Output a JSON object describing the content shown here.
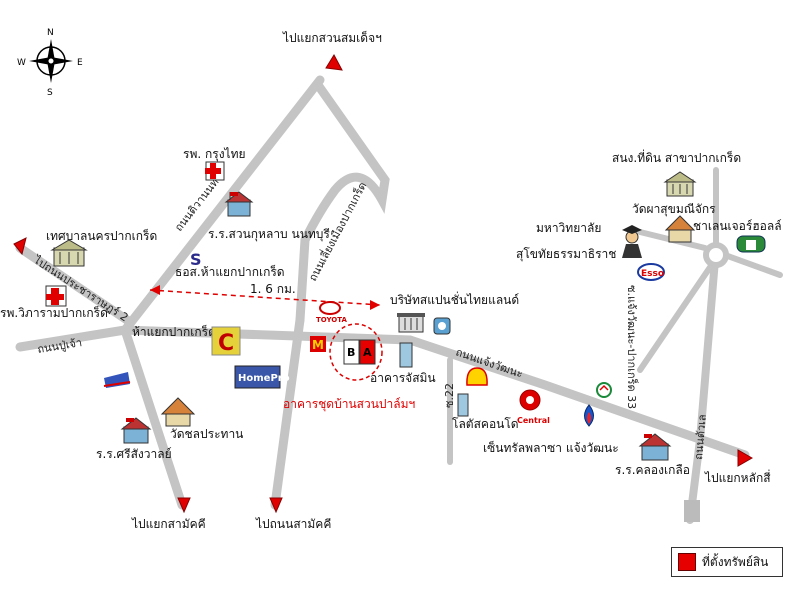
{
  "compass": {
    "n": "N",
    "s": "S",
    "e": "E",
    "w": "W"
  },
  "destinations": {
    "top": "ไปแยกสวนสมเด็จฯ",
    "bottom_left": "ไปแยกสามัคคี",
    "bottom_mid": "ไปถนนสามัคคี",
    "right": "ไปแยกหลักสี่"
  },
  "roads": {
    "prachachuen_diag": "ถนนติวานนท์",
    "muang_pakkret": "ถนนเลี่ยงเมืองปากเกร็ด",
    "pracha_rat": "ไปถนนประชาราษฎร์ 2",
    "pakkret_left": "ถนนปู่เจ้า",
    "chaengwattana": "ถนนแจ้งวัฒนะ",
    "soi22": "ซ.22",
    "soi33": "ซ.แจ้งวัฒนะ-ปากเกร็ด 33",
    "right_small": "ถนนตัวเล"
  },
  "distance": "1. 6 กม.",
  "places": {
    "krungthai_hosp": "รพ. กรุงไทย",
    "school_nonthaburi": "ร.ร.สวนกุหลาบ นนทบุรี",
    "municipality": "เทศบาลนครปากเกร็ด",
    "bank": "ธอส.ห้าแยกปากเกร็ด",
    "hospital_left": "รพ.วิภารามปากเกร็ด",
    "five_way": "ห้าแยกปากเกร็ด",
    "toyota": "TOYOTA",
    "company": "บริษัทสแปนชั่นไทยแลนด์",
    "condo": "อาคารชุดบ้านสวนปาล์มฯ",
    "building_jamin": "อาคารจัสมิน",
    "lotus_condo": "โลตัสคอนโด",
    "central": "เซ็นทรัลพลาซา แจ้งวัฒนะ",
    "central_logo": "Central",
    "wat_chonprathan": "วัดชลประทาน",
    "school_srisangwan": "ร.ร.ศรีสังวาลย์",
    "school_klong": "ร.ร.คลองเกลือ",
    "land_office": "สนง.ที่ดิน สาขาปากเกร็ด",
    "wat_pha": "วัดผาสุขมณีจักร",
    "university": "มหาวิทยาลัย",
    "university2": "สุโขทัยธรรมาธิราช",
    "lane_hall": "ชาเลนเจอร์ฮอลล์",
    "homepro": "HomePro",
    "esso": "Esso",
    "marker_b": "B",
    "marker_a": "A"
  },
  "legend": {
    "label": "ที่ตั้งทรัพย์สิน"
  },
  "colors": {
    "road": "#c4c4c4",
    "accent": "#e60000",
    "dash": "#e00000"
  }
}
